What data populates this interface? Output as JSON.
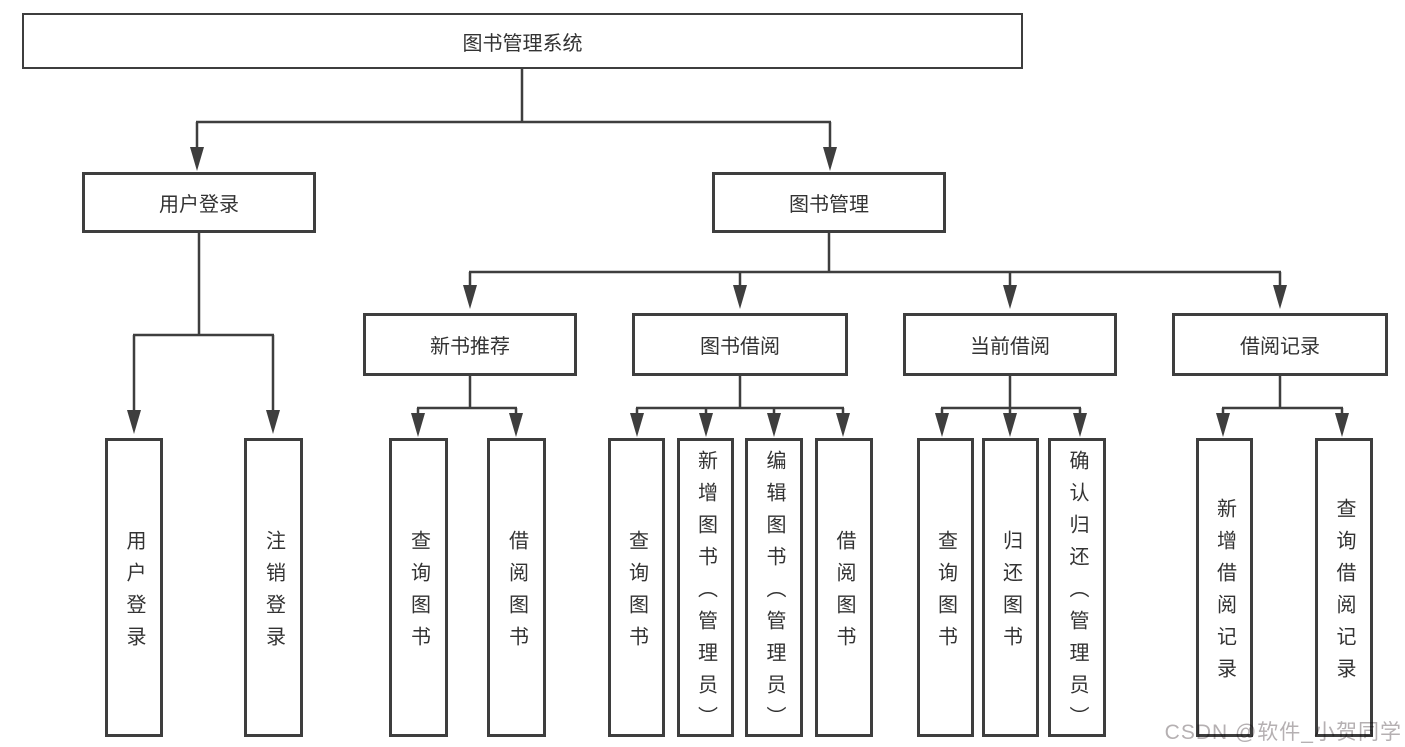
{
  "colors": {
    "line": "#3e3e3e",
    "ink": "#333333",
    "bg": "#ffffff",
    "watermark": "#b5b0b2"
  },
  "tree": {
    "label": "图书管理系统",
    "children": [
      {
        "label": "用户登录",
        "children": [
          {
            "label": "用户登录"
          },
          {
            "label": "注销登录"
          }
        ]
      },
      {
        "label": "图书管理",
        "children": [
          {
            "label": "新书推荐",
            "children": [
              {
                "label": "查询图书"
              },
              {
                "label": "借阅图书"
              }
            ]
          },
          {
            "label": "图书借阅",
            "children": [
              {
                "label": "查询图书"
              },
              {
                "label": "新增图书（管理员）"
              },
              {
                "label": "编辑图书（管理员）"
              },
              {
                "label": "借阅图书"
              }
            ]
          },
          {
            "label": "当前借阅",
            "children": [
              {
                "label": "查询图书"
              },
              {
                "label": "归还图书"
              },
              {
                "label": "确认归还（管理员）"
              }
            ]
          },
          {
            "label": "借阅记录",
            "children": [
              {
                "label": "新增借阅记录"
              },
              {
                "label": "查询借阅记录"
              }
            ]
          }
        ]
      }
    ]
  },
  "watermark": {
    "text": "CSDN @软件_小贺同学"
  }
}
